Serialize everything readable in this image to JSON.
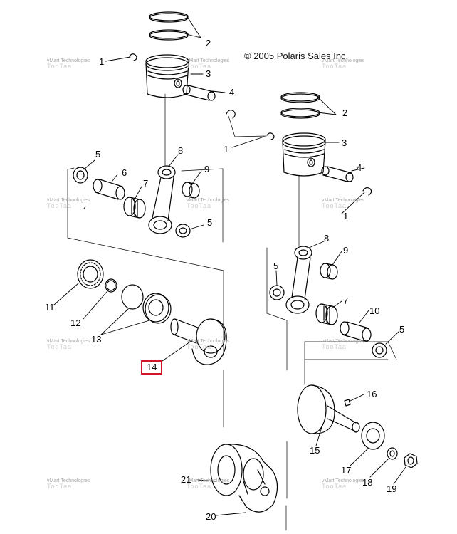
{
  "copyright": "© 2005 Polaris Sales Inc.",
  "watermark": {
    "brand": "vMart Technologies",
    "mark": "TooTaa"
  },
  "highlight_color": "#d0142a",
  "callouts": [
    {
      "id": "c1a",
      "label": "1"
    },
    {
      "id": "c2a",
      "label": "2"
    },
    {
      "id": "c3a",
      "label": "3"
    },
    {
      "id": "c4a",
      "label": "4"
    },
    {
      "id": "c1b",
      "label": "1"
    },
    {
      "id": "c2b",
      "label": "2"
    },
    {
      "id": "c3b",
      "label": "3"
    },
    {
      "id": "c4b",
      "label": "4"
    },
    {
      "id": "c1c",
      "label": "1"
    },
    {
      "id": "c5a",
      "label": "5"
    },
    {
      "id": "c6",
      "label": "6"
    },
    {
      "id": "c7a",
      "label": "7"
    },
    {
      "id": "c8a",
      "label": "8"
    },
    {
      "id": "c9a",
      "label": "9"
    },
    {
      "id": "c5b",
      "label": "5"
    },
    {
      "id": "c8b",
      "label": "8"
    },
    {
      "id": "c9b",
      "label": "9"
    },
    {
      "id": "c5c",
      "label": "5"
    },
    {
      "id": "c7b",
      "label": "7"
    },
    {
      "id": "c10",
      "label": "10"
    },
    {
      "id": "c5d",
      "label": "5"
    },
    {
      "id": "c11",
      "label": "11"
    },
    {
      "id": "c12",
      "label": "12"
    },
    {
      "id": "c13",
      "label": "13"
    },
    {
      "id": "c14",
      "label": "14"
    },
    {
      "id": "c16",
      "label": "16"
    },
    {
      "id": "c15",
      "label": "15"
    },
    {
      "id": "c17",
      "label": "17"
    },
    {
      "id": "c18",
      "label": "18"
    },
    {
      "id": "c19",
      "label": "19"
    },
    {
      "id": "c21",
      "label": "21"
    },
    {
      "id": "c20",
      "label": "20"
    }
  ]
}
